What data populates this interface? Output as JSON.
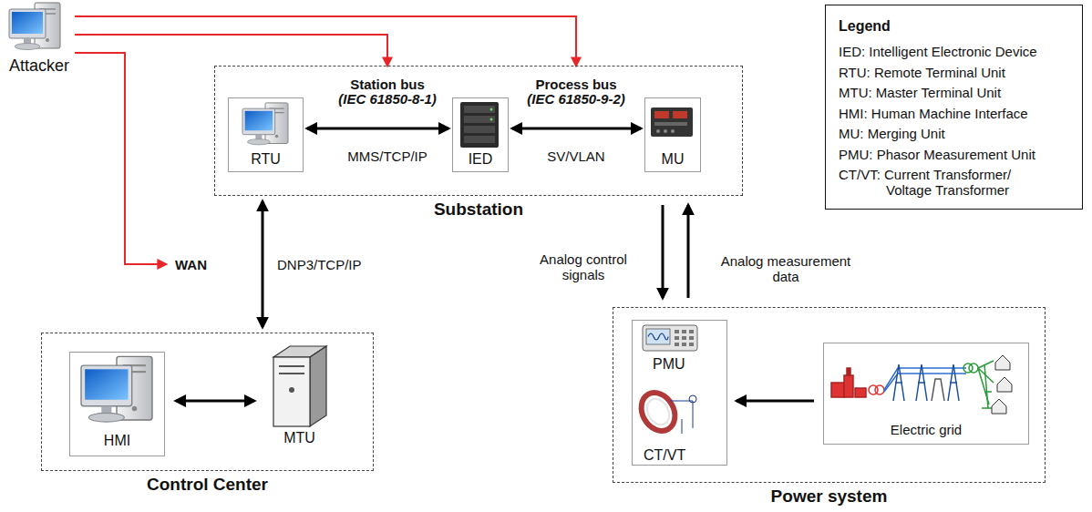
{
  "diagram": {
    "nodes": [
      {
        "text": [
          "Attacker"
        ]
      },
      {
        "text": [
          "Substation"
        ]
      },
      {
        "text": [
          "RTU"
        ],
        "in": 1
      },
      {
        "text": [
          "IED"
        ],
        "in": 1
      },
      {
        "text": [
          "MU"
        ],
        "in": 1
      },
      {
        "text": [
          "Control Center"
        ]
      },
      {
        "text": [
          "HMI"
        ],
        "in": 5
      },
      {
        "text": [
          "MTU"
        ],
        "in": 5
      },
      {
        "text": [
          "Power system"
        ]
      },
      {
        "text": [
          "PMU",
          "CT/VT"
        ],
        "in": 8
      },
      {
        "text": [
          "Electric grid"
        ],
        "in": 8
      }
    ],
    "edges": [
      {
        "from": 2,
        "to": 3,
        "arrow": "both",
        "label": "MMS/TCP/IP"
      },
      {
        "from": 3,
        "to": 4,
        "arrow": "both",
        "label": "SV/VLAN"
      },
      {
        "from": 1,
        "to": 5,
        "arrow": "both",
        "label": "DNP3/TCP/IP"
      },
      {
        "from": 1,
        "to": 8,
        "arrow": "to",
        "label": "Analog control signals"
      },
      {
        "from": 8,
        "to": 1,
        "arrow": "to",
        "label": "Analog measurement data"
      },
      {
        "from": 10,
        "to": 9,
        "arrow": "to"
      },
      {
        "from": 6,
        "to": 7,
        "arrow": "both"
      },
      {
        "from": 0,
        "to": 1,
        "arrow": "to"
      },
      {
        "from": 0,
        "to": 1,
        "arrow": "to"
      }
    ],
    "labels": [
      "Station bus",
      "(IEC 61850-8-1)",
      "Process bus",
      "(IEC 61850-9-2)",
      "WAN",
      "Legend"
    ],
    "legend": [
      {
        "text": "IED: Intelligent Electronic Device"
      },
      {
        "text": "RTU: Remote Terminal Unit"
      },
      {
        "text": "MTU: Master Terminal Unit"
      },
      {
        "text": "HMI: Human Machine Interface"
      },
      {
        "text": "MU: Merging Unit"
      },
      {
        "text": "PMU: Phasor Measurement Unit"
      },
      {
        "text": "CT/VT: Current Transformer/ Voltage Transformer"
      }
    ]
  }
}
